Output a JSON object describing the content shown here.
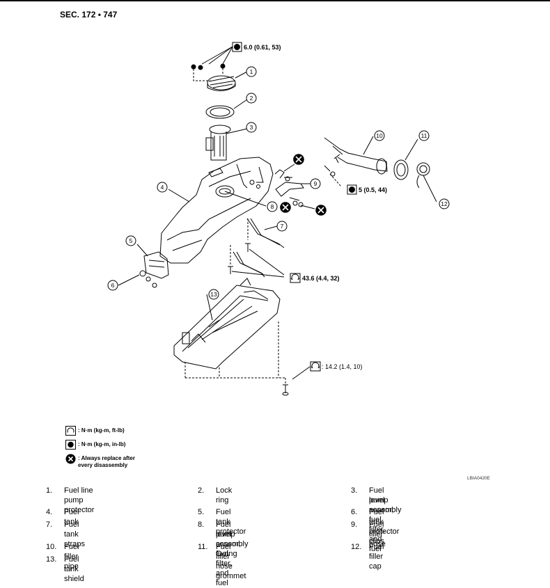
{
  "section": {
    "title": "SEC. 172 • 747"
  },
  "torques": {
    "t1": "6.0 (0.61, 53)",
    "t2": "5 (0.5, 44)",
    "t3": "43.6 (4.4, 32)",
    "t4": ": 14.2 (1.4, 10)"
  },
  "callouts": [
    "1",
    "2",
    "3",
    "4",
    "5",
    "6",
    "7",
    "8",
    "9",
    "10",
    "11",
    "12",
    "13"
  ],
  "legend": {
    "nm_ftlb": ": N·m (kg-m, ft-lb)",
    "nm_inlb": ": N·m (kg-m, in-lb)",
    "replace_line1": ": Always replace after",
    "replace_line2": "every disassembly"
  },
  "figure_code": "LBIA0420E",
  "parts": [
    {
      "num": "1.",
      "name": "Fuel line pump protector"
    },
    {
      "num": "2.",
      "name": "Lock ring"
    },
    {
      "num": "3.",
      "name": "Fuel level sensor, fuel filter, and fuel",
      "name2": "pump assembly"
    },
    {
      "num": "4.",
      "name": "Fuel tank"
    },
    {
      "num": "5.",
      "name": "Fuel tank protector"
    },
    {
      "num": "6.",
      "name": "Fuel tank protector clips"
    },
    {
      "num": "7.",
      "name": "Fuel tank straps"
    },
    {
      "num": "8.",
      "name": "Fuel level sensor, fuel filter, and fuel",
      "name2": "pump assembly O-ring"
    },
    {
      "num": "9.",
      "name": "Fuel filler hose"
    },
    {
      "num": "10.",
      "name": "Fuel filler pipe"
    },
    {
      "num": "11.",
      "name": "Fuel filler hose grommet"
    },
    {
      "num": "12.",
      "name": "Fuel filler cap"
    },
    {
      "num": "13.",
      "name": "Fuel tank shield"
    }
  ]
}
